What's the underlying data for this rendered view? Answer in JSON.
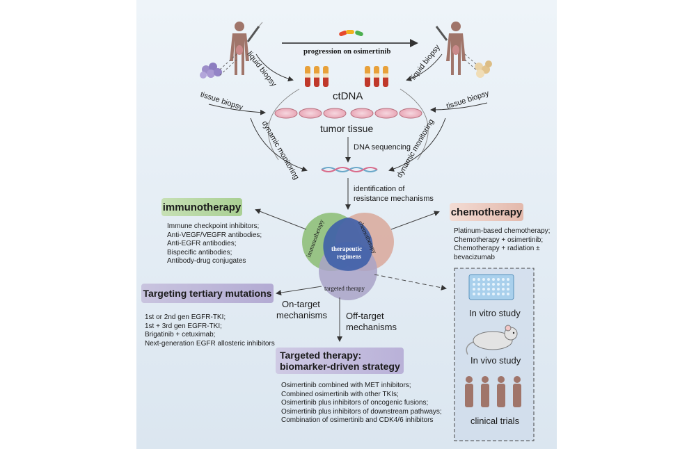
{
  "top": {
    "progression": "progression on osimertinib",
    "liquid_biopsy_left": "liquid biopsy",
    "liquid_biopsy_right": "liquid biopsy",
    "tissue_biopsy_left": "tissue biopsy",
    "tissue_biopsy_right": "tissue biopsy",
    "ctdna": "ctDNA",
    "tumor_tissue": "tumor tissue",
    "dynamic_monitoring_left": "dynamic monitoring",
    "dynamic_monitoring_right": "dynamic monitoring",
    "dna_sequencing": "DNA sequencing",
    "identification": [
      "identification of",
      "resistance mechanisms"
    ]
  },
  "venn": {
    "immunotherapy": "immunotherapy",
    "chemotherapy": "chemotherapy",
    "targeted": "targeted therapy",
    "center": [
      "therapeutic",
      "regimens"
    ]
  },
  "immunotherapy": {
    "title": "immunotherapy",
    "items": [
      "Immune checkpoint inhibitors;",
      "Anti-VEGF/VEGFR antibodies;",
      "Anti-EGFR antibodies;",
      "Bispecific antibodies;",
      "Antibody-drug conjugates"
    ]
  },
  "chemotherapy": {
    "title": "chemotherapy",
    "items": [
      "Platinum-based chemotherapy;",
      "Chemotherapy + osimertinib;",
      "Chemotherapy + radiation ±",
      "bevacizumab"
    ]
  },
  "tertiary": {
    "title": "Targeting tertiary mutations",
    "items": [
      "1st or 2nd gen EGFR-TKI;",
      "1st + 3rd gen EGFR-TKI;",
      "Brigatinib + cetuximab;",
      "Next-generation EGFR allosteric inhibitors"
    ]
  },
  "mechanisms": {
    "on_target": [
      "On-target",
      "mechanisms"
    ],
    "off_target": [
      "Off-target",
      "mechanisms"
    ]
  },
  "targeted": {
    "title": [
      "Targeted therapy:",
      "biomarker-driven strategy"
    ],
    "items": [
      "Osimertinib combined with MET inhibitors;",
      "Combined osimertinib with other TKIs;",
      "Osimertinib plus inhibitors of oncogenic fusions;",
      "Osimertinib plus inhibitors of downstream pathways;",
      "Combination of osimertinib and CDK4/6 inhibitors"
    ]
  },
  "studies": {
    "in_vitro": "In vitro study",
    "in_vivo": "In vivo study",
    "clinical": "clinical trials"
  },
  "colors": {
    "immuno_green": "#8fbf7a",
    "chemo_pink": "#d9a89a",
    "targeted_purple": "#a9a3c7",
    "center_blue": "#3e5fa8",
    "tube_red": "#c0392b",
    "tube_orange": "#e8a13a"
  }
}
